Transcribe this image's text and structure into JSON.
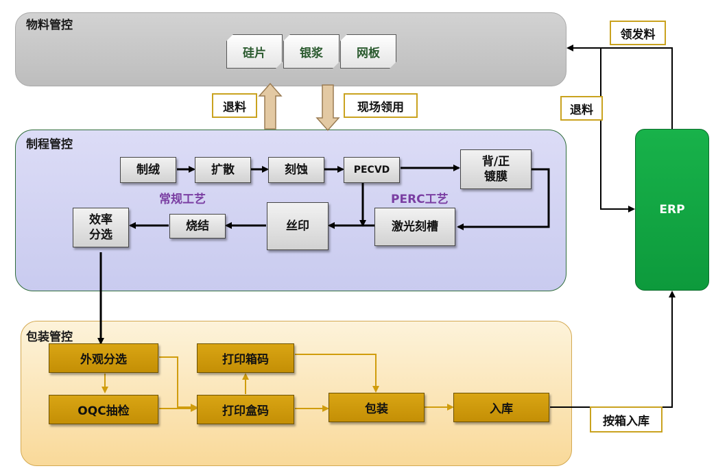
{
  "materials": {
    "title": "物料管控",
    "items": [
      "硅片",
      "银浆",
      "网板"
    ],
    "return_label": "退料",
    "requisition_label": "现场领用"
  },
  "process": {
    "title": "制程管控",
    "steps": {
      "texturing": "制绒",
      "diffusion": "扩散",
      "etching": "刻蚀",
      "pecvd": "PECVD",
      "back_front_coating": "背/正\n镀膜",
      "laser_grooving": "激光刻槽",
      "screen_printing": "丝印",
      "sintering": "烧结",
      "efficiency_sorting": "效率\n分选"
    },
    "conventional_label": "常规工艺",
    "perc_label": "PERC工艺"
  },
  "packaging": {
    "title": "包装管控",
    "steps": {
      "appearance_sorting": "外观分选",
      "oqc_inspection": "OQC抽检",
      "print_box_code": "打印盒码",
      "print_carton_code": "打印箱码",
      "packing": "包装",
      "warehousing": "入库"
    }
  },
  "erp": {
    "label": "ERP",
    "issue_label": "领发料",
    "return_label": "退料",
    "carton_inbound_label": "按箱入库"
  },
  "colors": {
    "materials_panel": "#c8c8c8",
    "process_panel": "#d2d3f3",
    "packaging_panel": "#fbe3ad",
    "packaging_box": "#d09c0c",
    "erp": "#12a843",
    "purple_text": "#7a3ea2",
    "gold_border": "#c9a21e"
  }
}
